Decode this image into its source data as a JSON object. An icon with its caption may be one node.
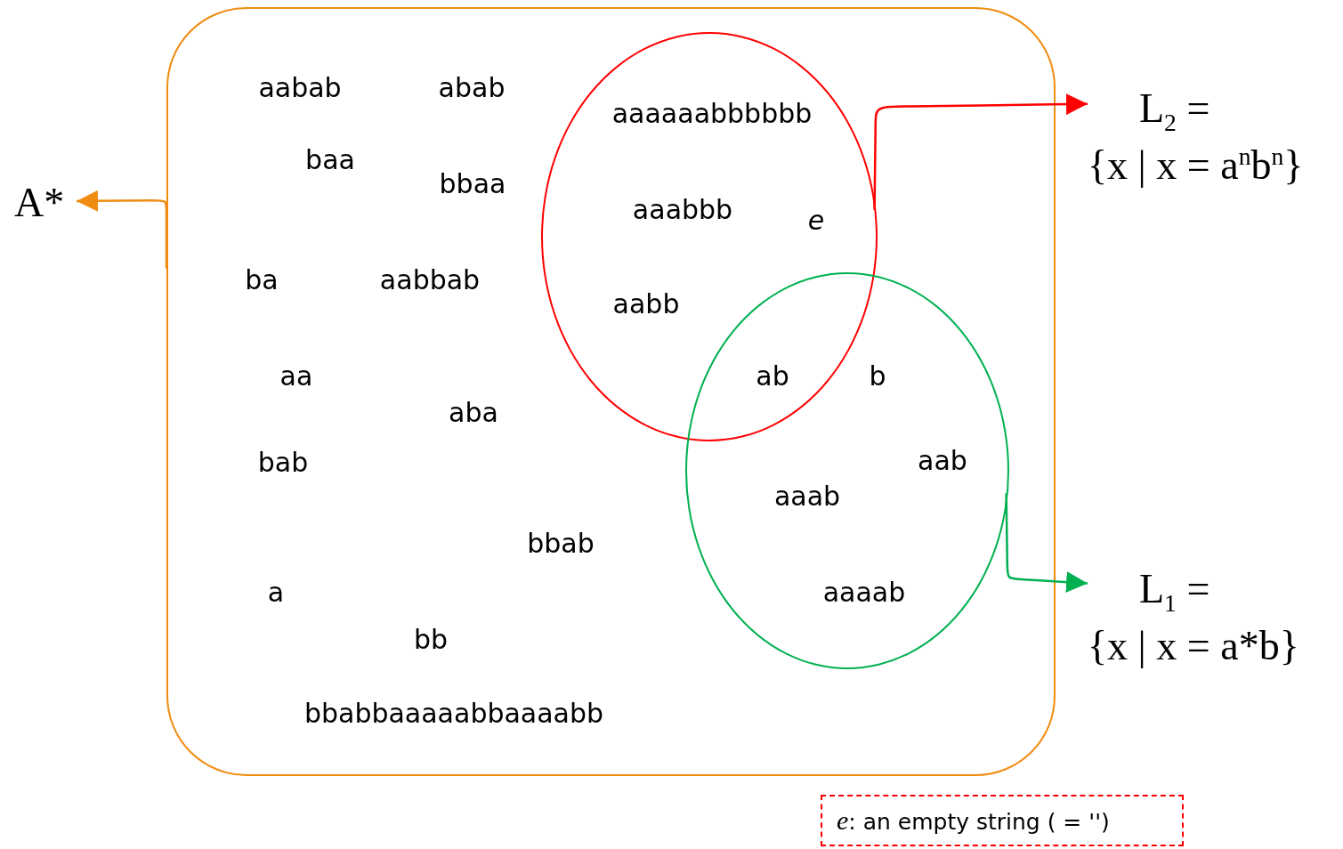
{
  "diagram": {
    "nodes": [
      {
        "text": [],
        "shape": "box"
      },
      {
        "text": [],
        "shape": "circle",
        "in": 0
      },
      {
        "text": [],
        "shape": "circle",
        "in": 0
      },
      {
        "text": [
          "A*"
        ]
      },
      {
        "text": [
          "L$_{2}$ =",
          "{x | x = a$^{n}$b$^{n}$}"
        ]
      },
      {
        "text": [
          "L$_{1}$ =",
          "{x | x = a*b}"
        ]
      },
      {
        "text": [
          "*e*: an empty string ( = '')"
        ]
      }
    ],
    "edges": [
      {
        "from": 0,
        "to": 3,
        "arrow": "to",
        "color": "#f08c10"
      },
      {
        "from": 1,
        "to": 4,
        "arrow": "to",
        "color": "#ff0000"
      },
      {
        "from": 2,
        "to": 5,
        "arrow": "to",
        "color": "#00b050"
      }
    ],
    "labels": [
      "aabab",
      "abab",
      "aaaaaabbbbbb",
      "baa",
      "bbaa",
      "aaabbb",
      "e",
      "ba",
      "aabbab",
      "aabb",
      "aa",
      "ab",
      "b",
      "aba",
      "bab",
      "aab",
      "aaab",
      "bbab",
      "a",
      "aaaab",
      "bb",
      "bbabbaaaaabbaaaabb"
    ]
  }
}
